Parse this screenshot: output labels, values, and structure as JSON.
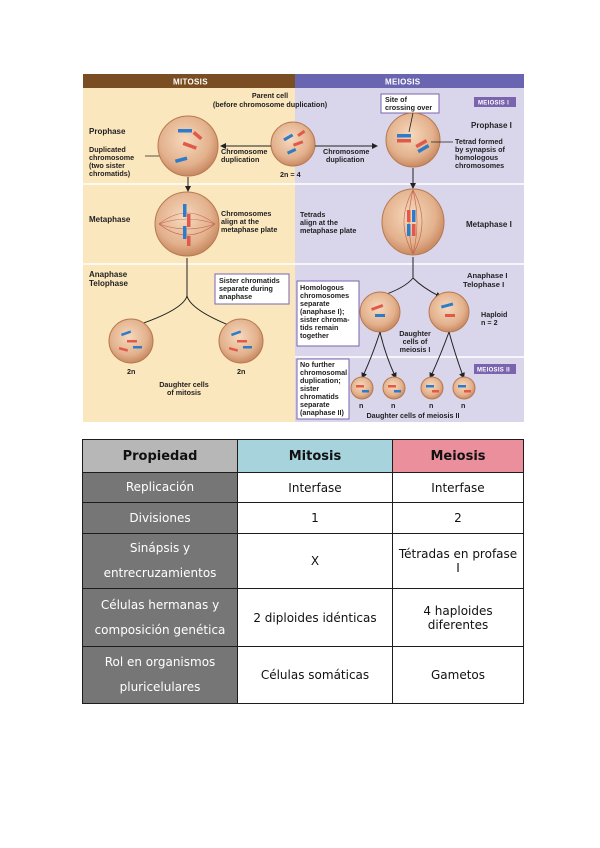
{
  "figure": {
    "mitosis_header": "MITOSIS",
    "meiosis_header": "MEIOSIS",
    "meiosis_i_badge": "MEIOSIS I",
    "meiosis_ii_badge": "MEIOSIS II",
    "parent_cell_1": "Parent cell",
    "parent_cell_2": "(before chromosome duplication)",
    "site_crossing_1": "Site of",
    "site_crossing_2": "crossing over",
    "prophase": "Prophase",
    "prophase_i": "Prophase I",
    "duplicated_1": "Duplicated",
    "duplicated_2": "chromosome",
    "duplicated_3": "(two sister",
    "duplicated_4": "chromatids)",
    "chromdup_left_1": "Chromosome",
    "chromdup_left_2": "duplication",
    "chromdup_right_1": "Chromosome",
    "chromdup_right_2": "duplication",
    "two_n_4": "2n = 4",
    "tetrad_1": "Tetrad formed",
    "tetrad_2": "by synapsis of",
    "tetrad_3": "homologous",
    "tetrad_4": "chromosomes",
    "metaphase": "Metaphase",
    "metaphase_i": "Metaphase I",
    "align_1": "Chromosomes",
    "align_2": "align at the",
    "align_3": "metaphase plate",
    "tetrads_1": "Tetrads",
    "tetrads_2": "align at the",
    "tetrads_3": "metaphase plate",
    "anaphase": "Anaphase",
    "telophase": "Telophase",
    "anaphase_i": "Anaphase I",
    "telophase_i": "Telophase I",
    "sister_1": "Sister chromatids",
    "sister_2": "separate during",
    "sister_3": "anaphase",
    "homologous_1": "Homologous",
    "homologous_2": "chromosomes",
    "homologous_3": "separate",
    "homologous_4": "(anaphase I);",
    "homologous_5": "sister chroma-",
    "homologous_6": "tids remain",
    "homologous_7": "together",
    "haploid_1": "Haploid",
    "haploid_2": "n = 2",
    "daughter_mi_1": "Daughter",
    "daughter_mi_2": "cells of",
    "daughter_mi_3": "meiosis I",
    "nofurther_1": "No further",
    "nofurther_2": "chromosomal",
    "nofurther_3": "duplication;",
    "nofurther_4": "sister",
    "nofurther_5": "chromatids",
    "nofurther_6": "separate",
    "nofurther_7": "(anaphase II)",
    "two_n": "2n",
    "n": "n",
    "daughter_mitosis_1": "Daughter cells",
    "daughter_mitosis_2": "of mitosis",
    "daughter_meiosis_ii": "Daughter cells of meiosis II"
  },
  "table": {
    "headers": [
      "Propiedad",
      "Mitosis",
      "Meiosis"
    ],
    "rows": [
      {
        "prop": [
          "Replicación"
        ],
        "mitosis": "Interfase",
        "meiosis": "Interfase"
      },
      {
        "prop": [
          "Divisiones"
        ],
        "mitosis": "1",
        "meiosis": "2"
      },
      {
        "prop": [
          "Sinápsis y",
          "entrecruzamientos"
        ],
        "mitosis": "X",
        "meiosis": "Tétradas en profase I"
      },
      {
        "prop": [
          "Células hermanas y",
          "composición genética"
        ],
        "mitosis": "2 diploides idénticas",
        "meiosis": "4 haploides diferentes"
      },
      {
        "prop": [
          "Rol en organismos",
          "pluricelulares"
        ],
        "mitosis": "Células somáticas",
        "meiosis": "Gametos"
      }
    ]
  }
}
